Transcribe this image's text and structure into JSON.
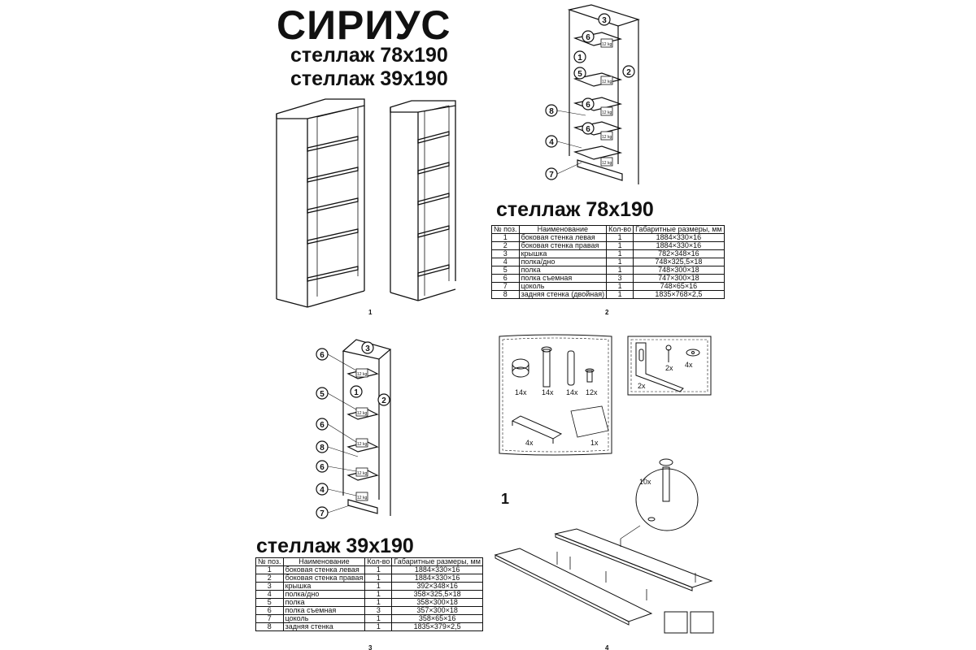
{
  "product_title": "СИРИУС",
  "models": [
    "стеллаж 78x190",
    "стеллаж 39x190"
  ],
  "page_numbers": [
    "1",
    "2",
    "3",
    "4"
  ],
  "weight_label": "12 kg",
  "step_number": "1",
  "table_78": {
    "title": "стеллаж 78x190",
    "headers": [
      "№ поз.",
      "Наименование",
      "Кол-во",
      "Габаритные размеры, мм"
    ],
    "rows": [
      [
        "1",
        "боковая стенка левая",
        "1",
        "1884×330×16"
      ],
      [
        "2",
        "боковая стенка правая",
        "1",
        "1884×330×16"
      ],
      [
        "3",
        "крышка",
        "1",
        "782×348×16"
      ],
      [
        "4",
        "полка/дно",
        "1",
        "748×325,5×18"
      ],
      [
        "5",
        "полка",
        "1",
        "748×300×18"
      ],
      [
        "6",
        "полка съемная",
        "3",
        "747×300×18"
      ],
      [
        "7",
        "цоколь",
        "1",
        "748×65×16"
      ],
      [
        "8",
        "задняя стенка (двойная)",
        "1",
        "1835×768×2,5"
      ]
    ]
  },
  "table_39": {
    "title": "стеллаж 39x190",
    "headers": [
      "№ поз.",
      "Наименование",
      "Кол-во",
      "Габаритные размеры, мм"
    ],
    "rows": [
      [
        "1",
        "боковая стенка левая",
        "1",
        "1884×330×16"
      ],
      [
        "2",
        "боковая стенка правая",
        "1",
        "1884×330×16"
      ],
      [
        "3",
        "крышка",
        "1",
        "392×348×16"
      ],
      [
        "4",
        "полка/дно",
        "1",
        "358×325,5×18"
      ],
      [
        "5",
        "полка",
        "1",
        "358×300×18"
      ],
      [
        "6",
        "полка съемная",
        "3",
        "357×300×18"
      ],
      [
        "7",
        "цоколь",
        "1",
        "358×65×16"
      ],
      [
        "8",
        "задняя стенка",
        "1",
        "1835×379×2,5"
      ]
    ]
  },
  "hardware": {
    "cam_qty": "14x",
    "bolt_qty": "14x",
    "dowel_qty": "14x",
    "pin_qty": "12x",
    "handle_qty": "4x",
    "nails_qty": "1x",
    "bracket_qty": "2x",
    "screw_qty": "2x",
    "washer_qty": "4x",
    "step1_qty": "10x"
  }
}
